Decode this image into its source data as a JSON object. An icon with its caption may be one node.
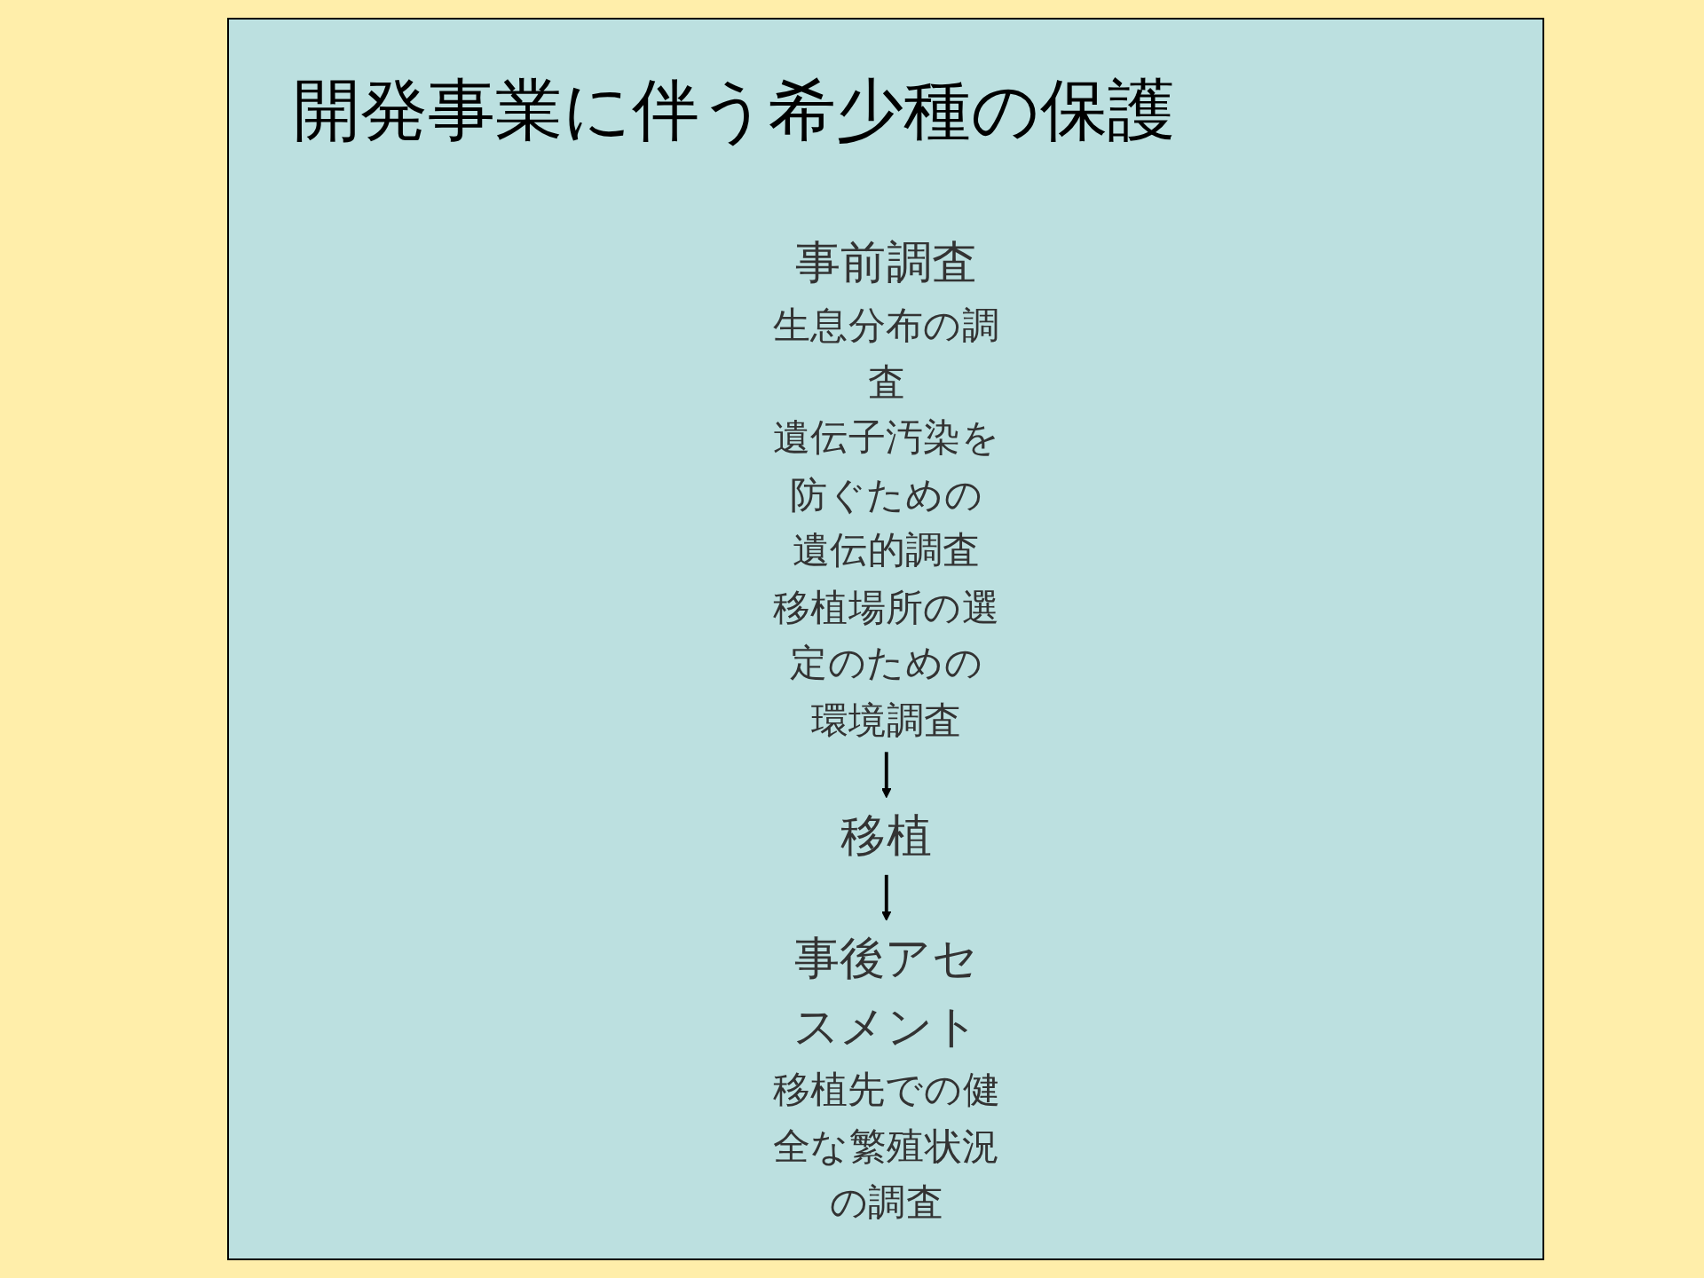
{
  "diagram": {
    "title": "開発事業に伴う希少種の保護",
    "nodes": [
      {
        "text": [
          "事前調査",
          "生息分布の調査",
          "遺伝子汚染を防ぐための遺伝的調査",
          "移植場所の選定のための環境調査"
        ]
      },
      {
        "text": [
          "移植"
        ]
      },
      {
        "text": [
          "事後アセスメント",
          "移植先での健全な繁殖状況の調査"
        ]
      }
    ],
    "edges": [
      {
        "from": 0,
        "to": 1,
        "arrow": "to"
      },
      {
        "from": 1,
        "to": 2,
        "arrow": "to"
      }
    ]
  }
}
